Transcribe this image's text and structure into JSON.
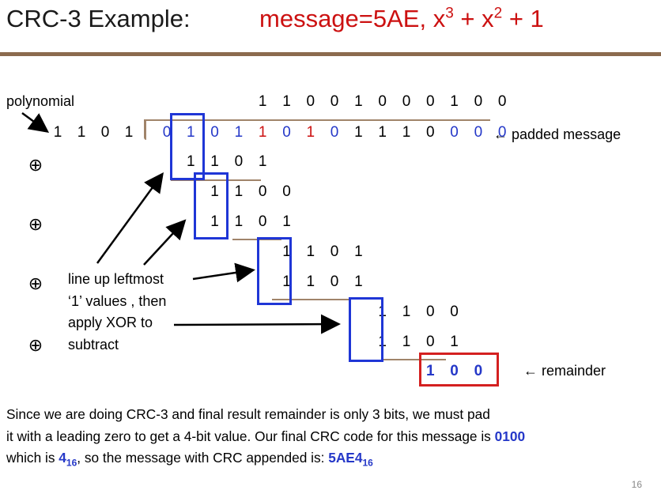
{
  "slide": {
    "title_left": "CRC-3 Example:",
    "title_message": "message=5AE, x",
    "title_exp1": "3",
    "title_mid": " + x",
    "title_exp2": "2",
    "title_end": " + 1",
    "page_number": "16"
  },
  "division": {
    "quotient": [
      "1",
      "1",
      "0",
      "0",
      "1",
      "0",
      "0",
      "0",
      "1",
      "0",
      "0"
    ],
    "divisor": [
      "1",
      "1",
      "0",
      "1"
    ],
    "dividend": [
      "0",
      "1",
      "0",
      "1",
      "1",
      "0",
      "1",
      "0",
      "1",
      "1",
      "1",
      "0",
      "0",
      "0",
      "0"
    ],
    "dividend_colors": [
      "blue",
      "blue",
      "blue",
      "blue",
      "red",
      "blue",
      "red",
      "blue",
      "blk",
      "blk",
      "blk",
      "blk",
      "blue",
      "blue",
      "blue"
    ],
    "steps": [
      [
        "1",
        "1",
        "0",
        "1"
      ],
      [
        "1",
        "1",
        "0",
        "0"
      ],
      [
        "1",
        "1",
        "0",
        "1"
      ],
      [
        "1",
        "1",
        "0",
        "1"
      ],
      [
        "1",
        "1",
        "0",
        "1"
      ],
      [
        "1",
        "1",
        "0",
        "0"
      ],
      [
        "1",
        "1",
        "0",
        "1"
      ]
    ],
    "remainder": [
      "1",
      "0",
      "0"
    ],
    "xor_symbol": "⊕"
  },
  "labels": {
    "polynomial": "polynomial",
    "padded_message": "← padded message",
    "remainder": "← remainder"
  },
  "annotation": [
    "line up leftmost",
    "‘1’ values , then",
    "apply XOR to",
    "subtract"
  ],
  "explanation": {
    "line1": "Since we are doing CRC-3 and final result remainder is only 3 bits, we must pad",
    "line2_pre": "it with a leading zero to get a 4-bit value. Our final CRC code for this message is ",
    "line2_code": "0100",
    "line3_pre": "which is ",
    "line3_val": "4",
    "line3_sub": "16",
    "line3_mid": ", so the message with CRC appended is: ",
    "line3_result": "5AE4",
    "line3_sub2": "16"
  }
}
